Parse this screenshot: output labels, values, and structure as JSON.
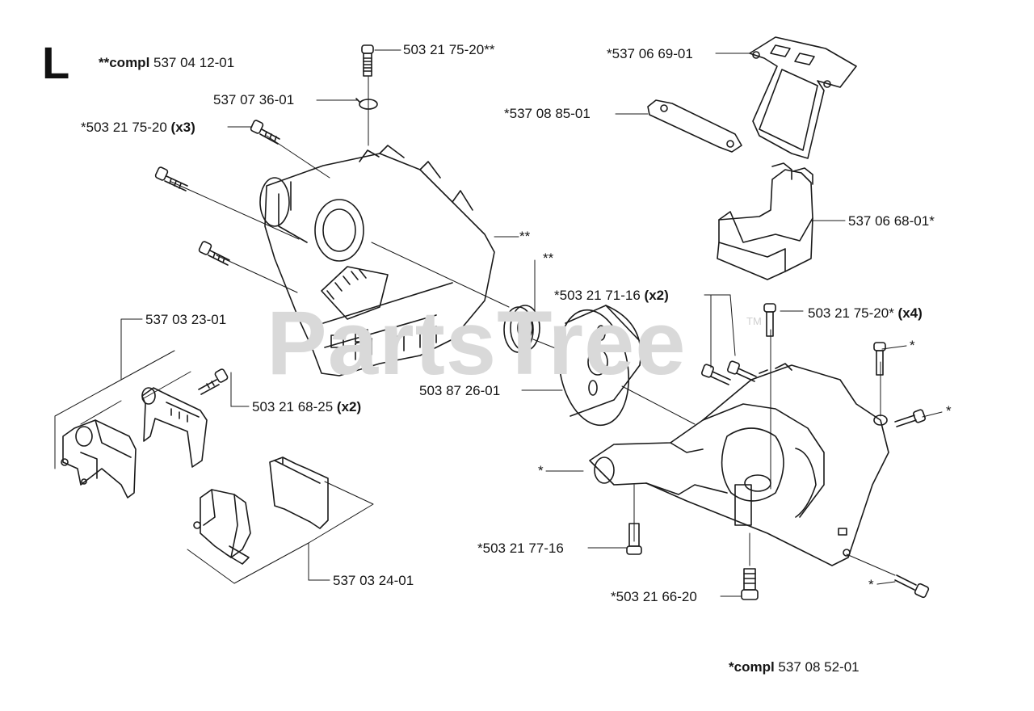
{
  "section_letter": "L",
  "watermark": "PartsTree",
  "watermark_tm": "TM",
  "labels": {
    "compl_top": {
      "bold": "**compl",
      "text": " 537 04 12-01"
    },
    "p_503_21_75_20_top": {
      "text": "503 21 75-20**"
    },
    "p_537_07_36_01": {
      "text": "537 07 36-01"
    },
    "p_503_21_75_20_x3": {
      "text": "*503 21 75-20 ",
      "bold": "(x3)"
    },
    "p_537_06_69_01": {
      "text": "*537 06 69-01"
    },
    "p_537_08_85_01": {
      "text": "*537 08 85-01"
    },
    "p_537_06_68_01": {
      "text": "537 06 68-01*"
    },
    "star2_housing": {
      "text": "**"
    },
    "star2_bearing": {
      "text": "**"
    },
    "p_503_21_71_16": {
      "text": "*503 21 71-16 ",
      "bold": "(x2)"
    },
    "p_503_21_75_20_x4": {
      "text": "503 21 75-20* ",
      "bold": "(x4)"
    },
    "p_537_03_23_01": {
      "text": "537 03 23-01"
    },
    "p_503_21_68_25": {
      "text": "503 21 68-25 ",
      "bold": "(x2)"
    },
    "p_503_87_26_01": {
      "text": "503 87 26-01"
    },
    "star_right_top": {
      "text": "*"
    },
    "star_right_mid": {
      "text": "*"
    },
    "star_left": {
      "text": "*"
    },
    "p_503_21_77_16": {
      "text": "*503 21 77-16"
    },
    "star_bottom": {
      "text": "*"
    },
    "p_503_21_66_20": {
      "text": "*503 21 66-20"
    },
    "p_537_03_24_01": {
      "text": "537 03 24-01"
    },
    "compl_bottom": {
      "bold": "*compl",
      "text": " 537 08 52-01"
    }
  }
}
